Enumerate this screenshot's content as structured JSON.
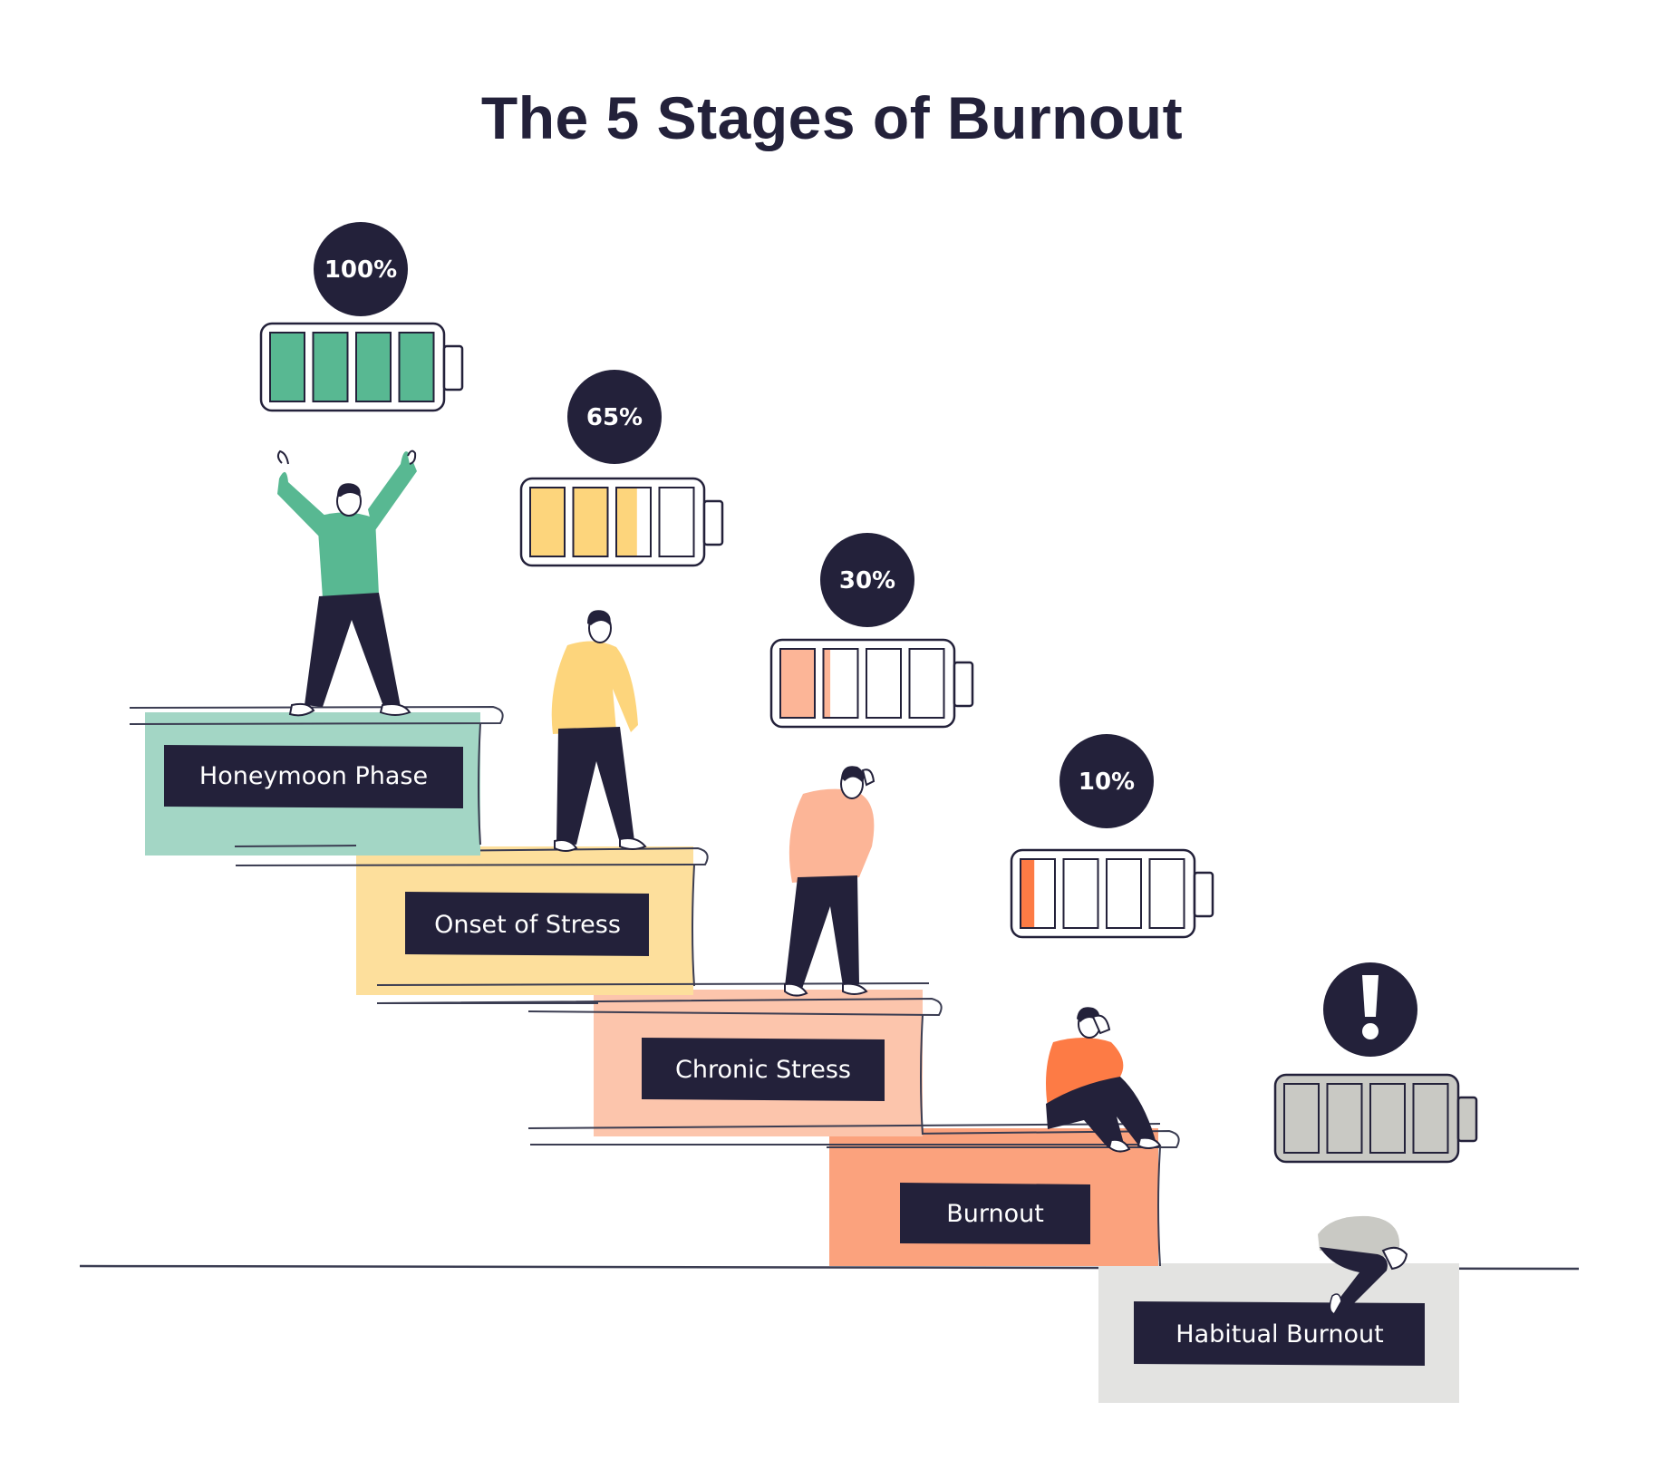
{
  "title": "The 5 Stages of Burnout",
  "colors": {
    "ink": "#23213a",
    "ground_line": "#3b3d52"
  },
  "stages": [
    {
      "name": "Honeymoon Phase",
      "energy_label": "100%",
      "energy_fraction": 1.0,
      "icon": "percent-badge",
      "color": "#a3d6c5",
      "fill_color": "#58b892",
      "figure": "person-arms-raised",
      "shirt": "#58b892",
      "battery_body": "#ffffff"
    },
    {
      "name": "Onset of Stress",
      "energy_label": "65%",
      "energy_fraction": 0.65,
      "icon": "percent-badge",
      "color": "#fddf9c",
      "fill_color": "#fdd57c",
      "figure": "person-standing",
      "shirt": "#fdd57c",
      "battery_body": "#ffffff"
    },
    {
      "name": "Chronic Stress",
      "energy_label": "30%",
      "energy_fraction": 0.3,
      "icon": "percent-badge",
      "color": "#fcc5ac",
      "fill_color": "#fcb597",
      "figure": "person-hand-on-head",
      "shirt": "#fcb597",
      "battery_body": "#ffffff"
    },
    {
      "name": "Burnout",
      "energy_label": "10%",
      "energy_fraction": 0.1,
      "icon": "percent-badge",
      "color": "#fba27d",
      "fill_color": "#fd7b45",
      "figure": "person-sitting-head-in-hands",
      "shirt": "#fd7b45",
      "battery_body": "#ffffff"
    },
    {
      "name": "Habitual Burnout",
      "energy_label": "!",
      "energy_fraction": 0,
      "icon": "exclamation-icon",
      "color": "#e3e3e1",
      "fill_color": "#c9c9c4",
      "figure": "person-curled-up",
      "shirt": "#c9c9c4",
      "battery_body": "#c9c9c4"
    }
  ]
}
